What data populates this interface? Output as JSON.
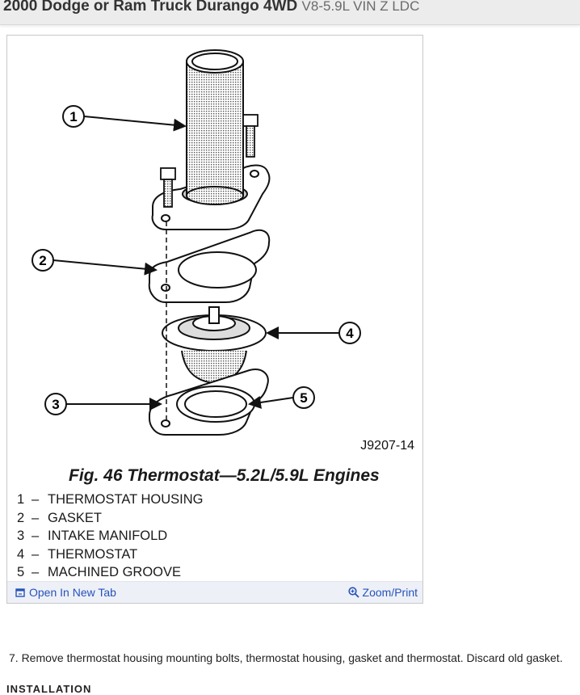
{
  "header": {
    "title_bold": "2000 Dodge or Ram Truck Durango 4WD",
    "title_light": "V8-5.9L VIN Z LDC"
  },
  "figure": {
    "callouts": [
      "1",
      "2",
      "3",
      "4",
      "5"
    ],
    "part_code": "J9207-14",
    "caption": "Fig. 46 Thermostat—5.2L/5.9L Engines",
    "legend": [
      {
        "num": "1",
        "text": "THERMOSTAT HOUSING"
      },
      {
        "num": "2",
        "text": "GASKET"
      },
      {
        "num": "3",
        "text": "INTAKE MANIFOLD"
      },
      {
        "num": "4",
        "text": "THERMOSTAT"
      },
      {
        "num": "5",
        "text": "MACHINED GROOVE"
      }
    ],
    "legend_separator": "–",
    "toolbar": {
      "open_tab": "Open In New Tab",
      "zoom_print": "Zoom/Print"
    },
    "icons": {
      "open_tab": "open-new-tab-icon",
      "zoom": "zoom-icon"
    }
  },
  "instructions": {
    "step_7": "7. Remove thermostat housing mounting bolts, thermostat housing, gasket and thermostat. Discard old gasket.",
    "next_heading": "INSTALLATION"
  },
  "colors": {
    "link": "#2553b8",
    "toolbar_bg": "#eef0f8",
    "header_bg": "#ececec"
  }
}
